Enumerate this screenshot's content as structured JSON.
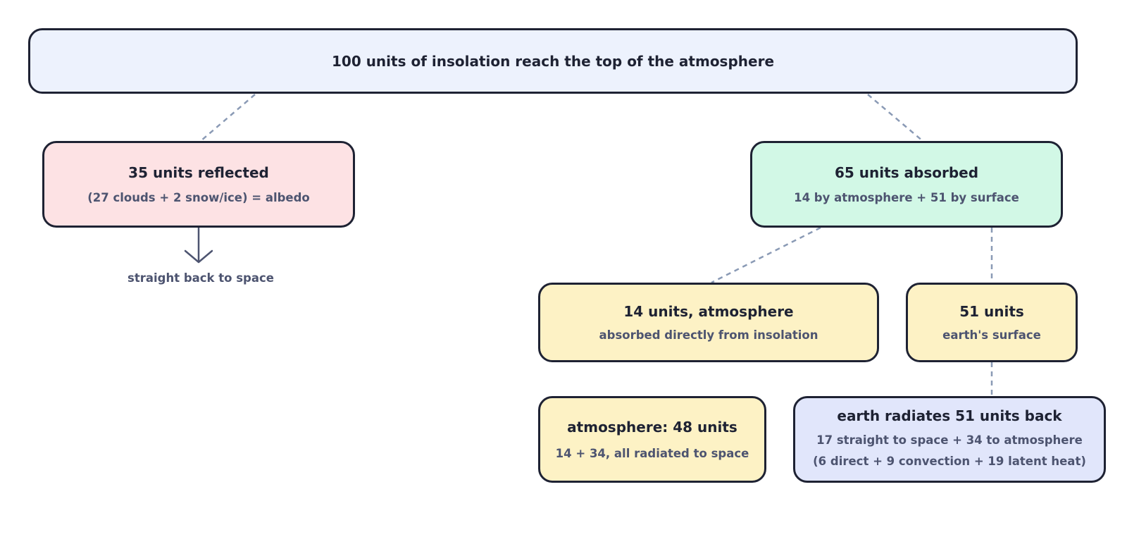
{
  "top_node": {
    "title": "100 units of insolation reach the top of the atmosphere"
  },
  "reflected_node": {
    "title": "35 units reflected",
    "detail": "(27 clouds + 2 snow/ice) = albedo"
  },
  "reflected_destination": "straight back to space",
  "absorbed_node": {
    "title": "65 units absorbed",
    "detail": "14 by atmosphere + 51 by surface"
  },
  "atmosphere_direct_node": {
    "title": "14 units, atmosphere",
    "detail": "absorbed directly from insolation"
  },
  "surface_node": {
    "title": "51 units",
    "detail": "earth's surface"
  },
  "atmosphere_total_node": {
    "title": "atmosphere: 48 units",
    "detail": "14 + 34, all radiated to space"
  },
  "earth_radiation_node": {
    "title": "earth radiates 51 units back",
    "detail_line1": "17 straight to space + 34 to atmosphere",
    "detail_line2": "(6 direct + 9 convection + 19 latent heat)"
  },
  "colors": {
    "border": "#1e2233",
    "connector": "#8a9ab5",
    "top_fill": "#edf2fd",
    "reflected_fill": "#fde2e4",
    "absorbed_fill": "#d2f8e6",
    "yellow_fill": "#fdf2c5",
    "radiation_fill": "#e1e6fb"
  }
}
